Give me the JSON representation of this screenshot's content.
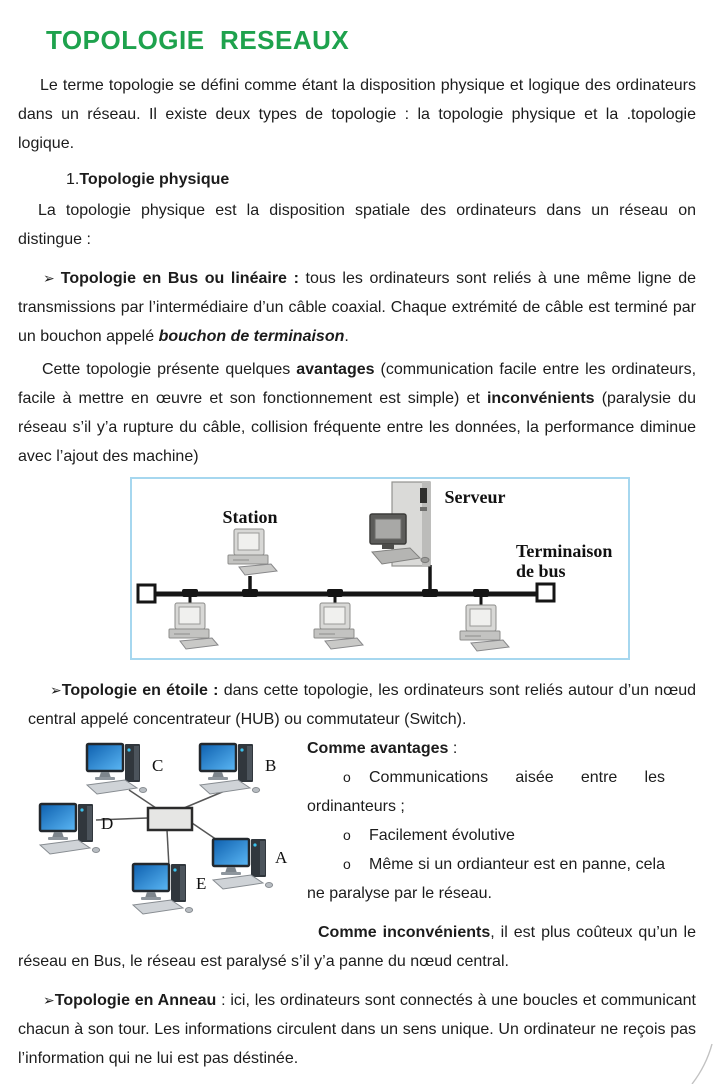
{
  "title": "TOPOLOGIE  RESEAUX",
  "colors": {
    "accent_green": "#1EA24D",
    "figure_border_blue": "#A6D7EF",
    "screen_blue": "#1C84D6"
  },
  "intro": {
    "p1": "Le terme topologie se défini comme étant la disposition physique et logique des ordinateurs dans un réseau. Il existe deux types de topologie : la topologie physique et la .topologie logique.",
    "h_number": "1.",
    "h_physique": "Topologie physique",
    "p2": "La topologie physique est la disposition spatiale des ordinateurs dans un réseau on distingue :"
  },
  "bus": {
    "arrow": "➢",
    "lead": "Topologie en Bus ou linéaire :",
    "body": "tous les ordinateurs sont reliés à une même ligne de transmissions par l’intermédiaire d’un câble coaxial. Chaque extrémité de câble est terminé par un bouchon appelé",
    "emphasis": "bouchon de terminaison",
    "period": ".",
    "p_avantages": {
      "pre": "Cette topologie présente quelques",
      "b1": "avantages",
      "mid": "(communication facile entre les ordinateurs, facile à mettre en œuvre et son fonctionnement est simple) et",
      "b2": "inconvénients",
      "post": "(paralysie du réseau s’il y’a rupture du câble, collision fréquente entre les données, la performance diminue avec l’ajout des machine)"
    },
    "figure": {
      "station_label": "Station",
      "server_label": "Serveur",
      "termination_label_1": "Terminaison",
      "termination_label_2": "de bus"
    }
  },
  "etoile": {
    "arrow": "➢",
    "lead": "Topologie en étoile :",
    "body": " dans cette topologie, les ordinateurs sont reliés autour d’un nœud central appelé concentrateur (HUB) ou commutateur (Switch).",
    "avantages_title": "Comme avantages",
    "avantages_colon": " :",
    "bullets": [
      {
        "marker": "o",
        "text": "Communications aisée entre les ordinanteurs ;"
      },
      {
        "marker": "o",
        "text": "Facilement évolutive"
      },
      {
        "marker": "o",
        "text": "Même si un ordianteur est en panne, cela ne paralyse par le réseau."
      }
    ],
    "inconvenients_bold": "Comme inconvénients",
    "inconvenients_rest": ", il est plus coûteux qu’un le réseau en Bus, le réseau est paralysé s’il y’a panne du nœud central.",
    "station_labels": [
      "C",
      "B",
      "D",
      "A",
      "E"
    ]
  },
  "anneau": {
    "arrow": "➢",
    "lead": "Topologie en Anneau",
    "rest": " : ici, les ordinateurs sont connectés à une boucles et communicant chacun à son tour. Les informations circulent dans un sens unique. Un ordinateur ne reçois pas l’information qui ne lui est pas déstinée."
  }
}
